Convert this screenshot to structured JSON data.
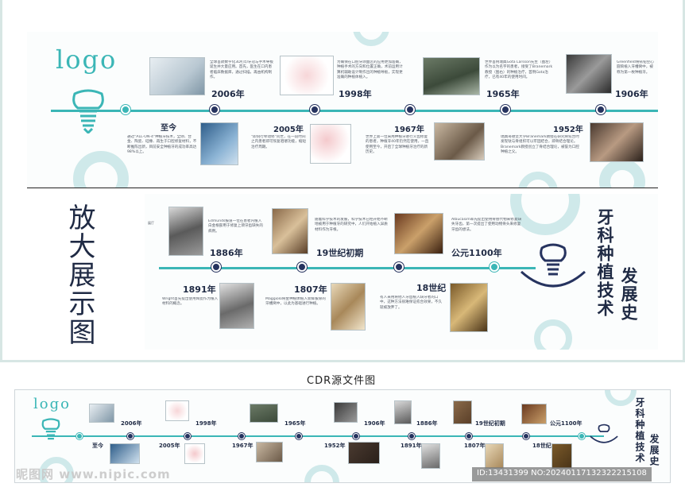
{
  "logo": "logo",
  "top_panel": {
    "items": [
      {
        "year": "2006年",
        "desc": "全球首款数字化3D打印牙冠与手术导板诞生并大量应用。首先，医生在口内患者临床数据库，通过扫描，再由机构制作。"
      },
      {
        "year": "1998年",
        "desc": "为确保在口腔牙颌面区的应用更加准确，种植手术的方向和位置正确，术前运用计算机辅助设计制作出的种植导板，实现更准确的种植体植入。"
      },
      {
        "year": "1965年",
        "desc": "世界首例瑞典Gota Larsson先生（图左）作为以为名字的患者，接受了Branemark教授（图右）的种植治疗，首例Gota治疗，已有40年的使用时间。"
      },
      {
        "year": "1906年",
        "desc": "Greenfield将铱铂空心圆筒植入牙槽窝中，被称为第一枚种植牙。"
      },
      {
        "year": "至今",
        "desc": "通过\"ALL-ON-4\"种植牙技术，全颌、合金、陶瓷、硅橡、再生于口腔修复材料，不断推陈出新，目前安全种植牙的成功率高达98%以上。"
      },
      {
        "year": "2005年",
        "desc": "\"即刻行牵动修\"问世，在一段时间之内患者即可恢复咀嚼功能，缩短治疗周期。"
      },
      {
        "year": "1967年",
        "desc": "世界上第一位采用种植牙进行义齿修复的患者，种植牙40年仍然在使用，一直使用至今，开启了全球种植牙治疗的新历史。"
      },
      {
        "year": "1952年",
        "desc": "瑞典哥德堡大学Branemark教授在研究骨愈合时发现钛与骨组织可以牢固结合，即骨结合理论。Branemark教授创立了骨结合理论，被誉为口腔种植之父。"
      }
    ]
  },
  "bottom_panel": {
    "items": [
      {
        "year": "1886年",
        "desc": "Edmunds报道一位在患者内植入白金根部用于修复上颌牙齿缺失的病例。"
      },
      {
        "year": "19世纪初期",
        "desc": "随着科学技术的发展，科学技术已经开始不断地被用于种植牙的研究中，人们开始植入异质材料作为牙根。"
      },
      {
        "year": "公元1100年",
        "desc": "Albucasim率先提出使用骨替代物来修复缺失牙齿，第一次提出了使用动物骨头来修复牙齿的想法。"
      },
      {
        "year": "1891年",
        "desc": "Wright首先提出使用陶瓷作为植入材料的概念。"
      },
      {
        "year": "1807年",
        "desc": "Maggiolo将金种植体植入新鲜拔除的牙槽窝中，以此为基础进行种植。"
      },
      {
        "year": "18世纪",
        "desc": "有人采用将他人牙齿植入缺牙者的口中，这种方法很难保证愈合效果，不久就被放弃了。"
      }
    ],
    "title_a": "牙科种植技术",
    "title_b": "发展史",
    "left_mark": "展厅"
  },
  "zoom_label": "放大展示图",
  "source_caption": "CDR源文件图",
  "strip": {
    "logo": "logo",
    "years_top": [
      "2006年",
      "1998年",
      "1965年",
      "1906年",
      "1886年",
      "19世纪初期",
      "公元1100年"
    ],
    "years_bottom": [
      "至今",
      "2005年",
      "1967年",
      "1952年",
      "1891年",
      "1807年",
      "18世纪"
    ],
    "title_a": "牙科种植技术",
    "title_b": "发展史"
  },
  "watermark": {
    "site": "昵图网 www.nipic.com",
    "id": "ID:13431399 NO:20240117132322215108"
  },
  "colors": {
    "teal": "#3bb6b6",
    "navy": "#26335f",
    "ring": "#cfe9ea"
  }
}
